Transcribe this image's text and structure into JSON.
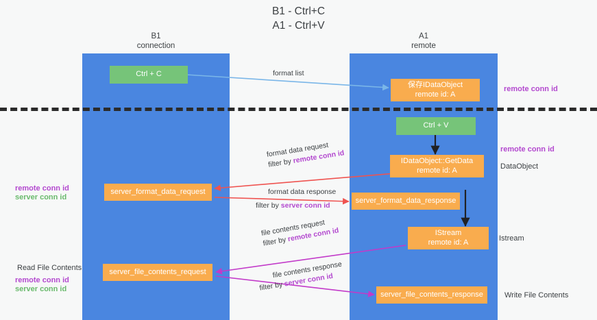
{
  "diagram": {
    "title_line1": "B1 - Ctrl+C",
    "title_line2": "A1 - Ctrl+V",
    "columns": [
      {
        "name": "B1",
        "sub": "connection"
      },
      {
        "name": "A1",
        "sub": "remote"
      }
    ],
    "colors": {
      "lane": "#4a86e0",
      "green_node": "#76c479",
      "orange_node": "#f9ac4e",
      "blue_arrow": "#7ab6e8",
      "red_arrow": "#ef5350",
      "magenta_arrow": "#c23ac9",
      "black_arrow": "#202124",
      "purple_text": "#b349cf",
      "green_text": "#6aba6d",
      "divider": "#2b2b2b",
      "background": "#f7f8f8"
    },
    "nodes": {
      "ctrl_c": "Ctrl + C",
      "ctrl_v": "Ctrl + V",
      "save_dataobject_l1": "保存IDataObject",
      "save_dataobject_l2": "remote id: A",
      "getdata_l1": "IDataObject::GetData",
      "getdata_l2": "remote id: A",
      "istream_l1": "IStream",
      "istream_l2": "remote id: A",
      "server_format_data_request": "server_format_data_request",
      "server_format_data_response": "server_format_data_response",
      "server_file_contents_request": "server_file_contents_request",
      "server_file_contents_response": "server_file_contents_response"
    },
    "edge_labels": {
      "format_list": "format list",
      "format_data_request": "format data request",
      "format_data_request_filter_prefix": "filter by ",
      "format_data_request_filter_key": "remote conn id",
      "format_data_response": "format data response",
      "format_data_response_filter_prefix": "filter by ",
      "format_data_response_filter_key": "server conn id",
      "file_contents_request": "file contents request",
      "file_contents_request_filter_prefix": "filter by ",
      "file_contents_request_filter_key": "remote conn id",
      "file_contents_response": "file contents response",
      "file_contents_response_filter_prefix": "filter by ",
      "file_contents_response_filter_key": "server conn id"
    },
    "annotations": {
      "right_remote_conn_id_top": "remote conn id",
      "right_remote_conn_id_mid": "remote conn id",
      "right_dataobject": "DataObject",
      "right_istream": "Istream",
      "right_write_file_contents": "Write File Contents",
      "left_remote_conn_id_mid": "remote conn id",
      "left_server_conn_id_mid": "server conn id",
      "left_read_file_contents": "Read File Contents",
      "left_remote_conn_id_bottom": "remote conn id",
      "left_server_conn_id_bottom": "server conn id"
    }
  }
}
